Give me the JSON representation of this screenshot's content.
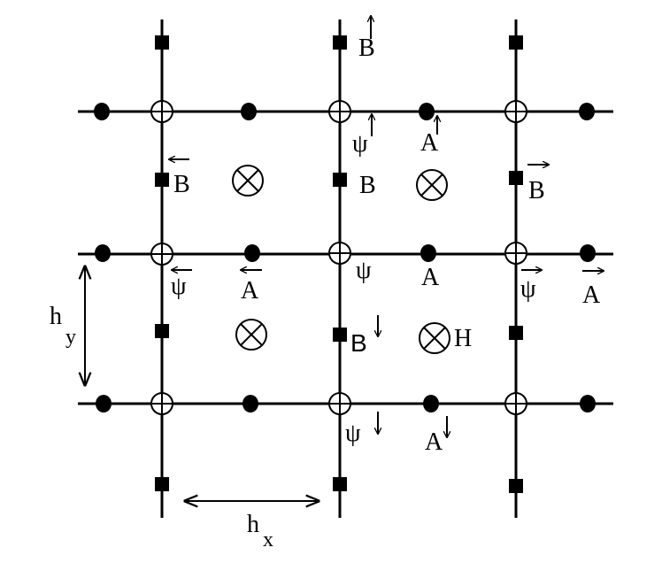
{
  "labels": {
    "B_up": "B",
    "B_left": "B",
    "B_center": "B",
    "B_right": "B",
    "B_down": "B",
    "psi_up": "ψ",
    "psi_left": "ψ",
    "psi_center": "ψ",
    "psi_right": "ψ",
    "psi_down": "ψ",
    "A_up": "A",
    "A_left": "A",
    "A_center": "A",
    "A_right": "A",
    "A_down": "A",
    "H": "H",
    "hy_main": "h",
    "hy_sub": "y",
    "hx_main": "h",
    "hx_sub": "x"
  }
}
